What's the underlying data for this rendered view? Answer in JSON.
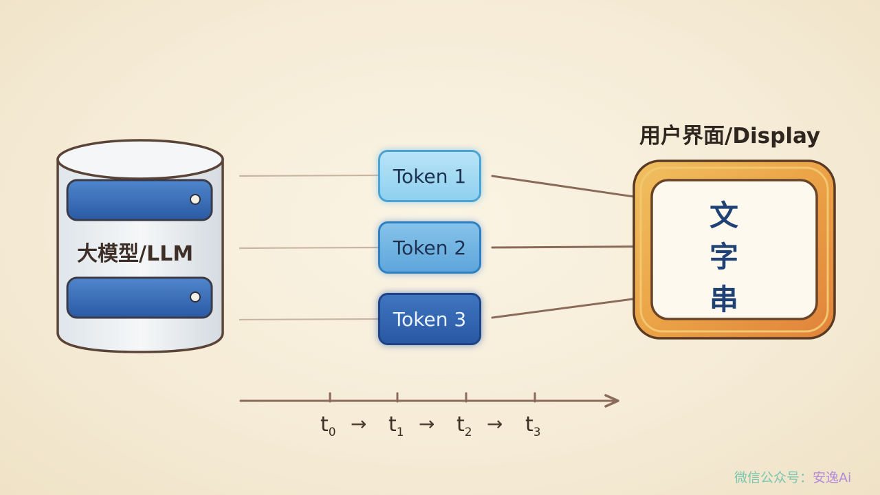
{
  "llm": {
    "label": "大模型/LLM"
  },
  "display": {
    "title": "用户界面/Display",
    "characters": [
      "文",
      "字",
      "串"
    ]
  },
  "tokens": [
    {
      "label": "Token 1",
      "color": "#8fd0ef"
    },
    {
      "label": "Token 2",
      "color": "#5ea6db"
    },
    {
      "label": "Token 3",
      "color": "#2a58a3"
    }
  ],
  "timeline": {
    "ticks": [
      {
        "base": "t",
        "sub": "0"
      },
      {
        "base": "t",
        "sub": "1"
      },
      {
        "base": "t",
        "sub": "2"
      },
      {
        "base": "t",
        "sub": "3"
      }
    ],
    "arrow": "→"
  },
  "watermark": {
    "prefix": "微信公众号：",
    "name": "安逸Ai"
  },
  "colors": {
    "frame": "#e89a3a",
    "arrow": "#8a6a58",
    "text_dark_blue": "#1f4173"
  }
}
